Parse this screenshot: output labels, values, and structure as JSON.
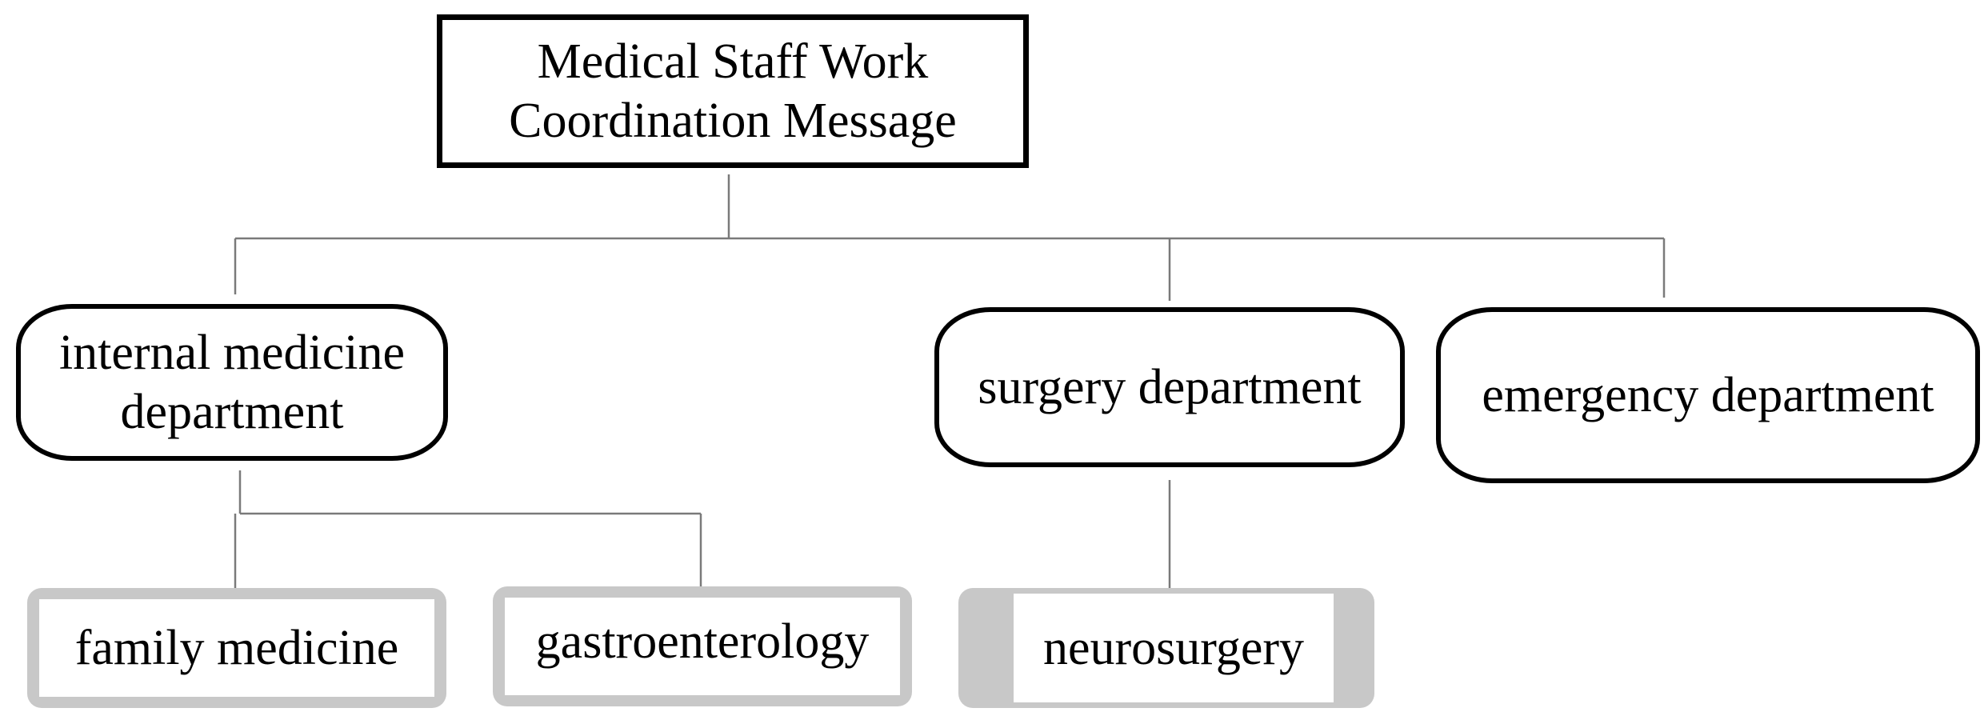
{
  "diagram": {
    "root": {
      "label_line1": "Medical Staff Work",
      "label_line2": "Coordination Message"
    },
    "departments": {
      "internal": {
        "label_line1": "internal medicine",
        "label_line2": "department"
      },
      "surgery": {
        "label": "surgery department"
      },
      "emergency": {
        "label": "emergency department"
      }
    },
    "subunits": {
      "family_medicine": "family medicine",
      "gastroenterology": "gastroenterology",
      "neurosurgery": "neurosurgery"
    }
  }
}
